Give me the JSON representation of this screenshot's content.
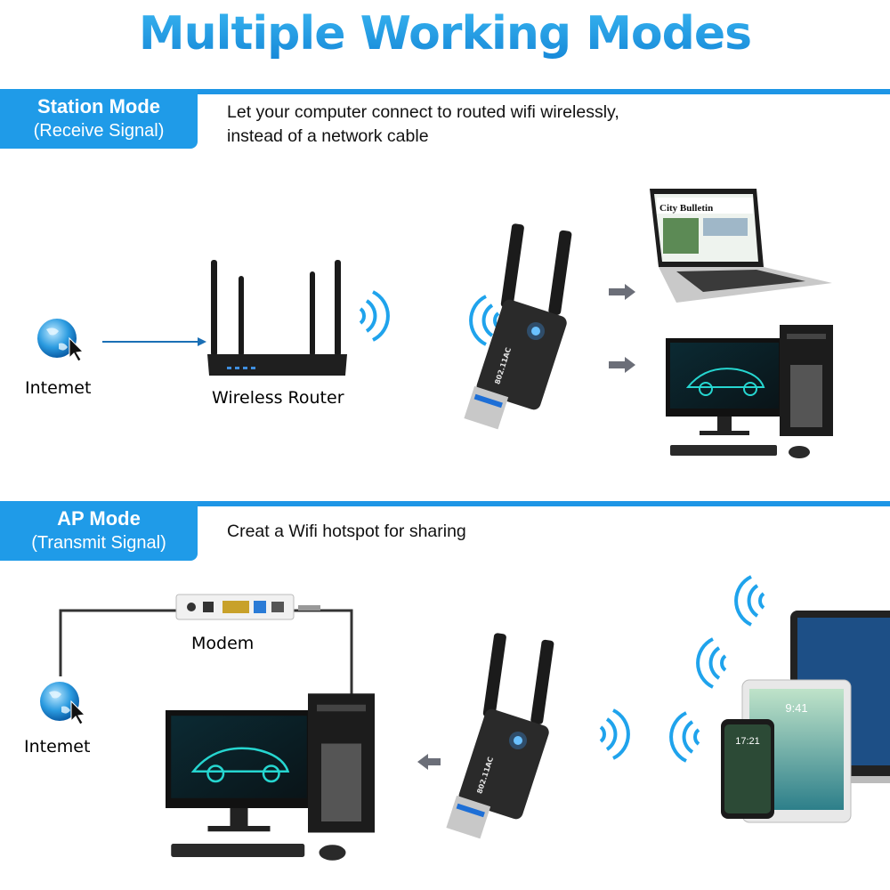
{
  "title": "Multiple Working Modes",
  "station": {
    "mode": "Station Mode",
    "signal": "(Receive Signal)",
    "desc_line1": "Let your computer connect to routed wifi wirelessly,",
    "desc_line2": "instead of a network cable",
    "internet_label": "Intemet",
    "router_label": "Wireless Router",
    "laptop_screen_text": "City Bulletin"
  },
  "ap": {
    "mode": "AP Mode",
    "signal": "(Transmit Signal)",
    "desc": "Creat a Wifi hotspot for sharing",
    "modem_label": "Modem",
    "internet_label": "Intemet",
    "tablet_time": "9:41",
    "phone_time": "17:21"
  },
  "adapter_text": "802.11AC",
  "colors": {
    "accent": "#1f9be8",
    "title_gradient_top": "#38b4f0",
    "title_gradient_bottom": "#1688d8",
    "wifi_wave": "#1fa3ec"
  },
  "icons": [
    "globe-icon",
    "cursor-icon",
    "wifi-wave-icon",
    "arrow-right-icon",
    "arrow-left-icon"
  ]
}
